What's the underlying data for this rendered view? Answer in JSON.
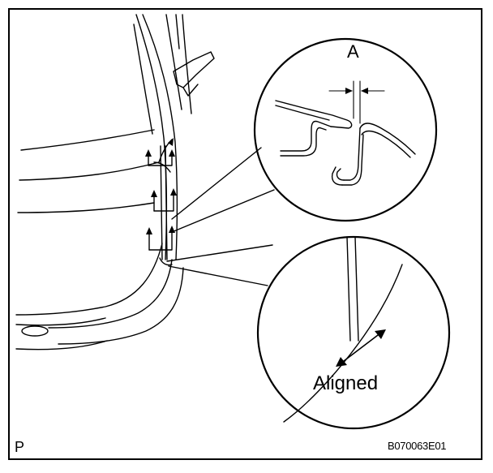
{
  "labels": {
    "detail_view": "A",
    "aligned": "Aligned",
    "panel_marker": "P",
    "figure_code": "B070063E01"
  },
  "colors": {
    "line": "#000000",
    "background": "#ffffff"
  }
}
